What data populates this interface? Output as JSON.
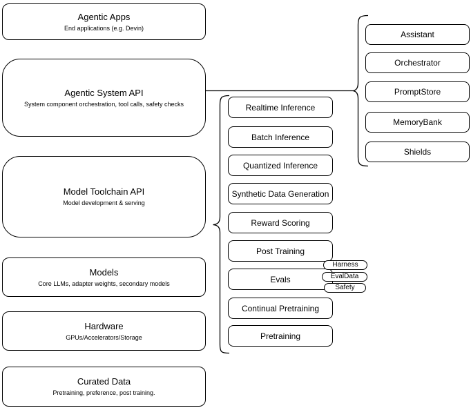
{
  "diagram": {
    "colors": {
      "stroke": "#000000",
      "fill": "#ffffff",
      "text": "#000000",
      "background": "#ffffff"
    },
    "left_stack": [
      {
        "title": "Agentic Apps",
        "subtitle": "End applications (e.g. Devin)"
      },
      {
        "title": "Agentic System API",
        "subtitle": "System component orchestration, tool calls, safety checks"
      },
      {
        "title": "Model Toolchain API",
        "subtitle": "Model development & serving"
      },
      {
        "title": "Models",
        "subtitle": "Core LLMs, adapter weights, secondary models"
      },
      {
        "title": "Hardware",
        "subtitle": "GPUs/Accelerators/Storage"
      },
      {
        "title": "Curated Data",
        "subtitle": "Pretraining, preference, post training."
      }
    ],
    "toolchain_services": [
      {
        "label": "Realtime Inference"
      },
      {
        "label": "Batch Inference"
      },
      {
        "label": "Quantized Inference"
      },
      {
        "label": "Synthetic Data Generation"
      },
      {
        "label": "Reward Scoring"
      },
      {
        "label": "Post Training"
      },
      {
        "label": "Evals"
      },
      {
        "label": "Continual Pretraining"
      },
      {
        "label": "Pretraining"
      }
    ],
    "evals_tags": [
      {
        "label": "Harness"
      },
      {
        "label": "EvalData"
      },
      {
        "label": "Safety"
      }
    ],
    "system_components": [
      {
        "label": "Assistant"
      },
      {
        "label": "Orchestrator"
      },
      {
        "label": "PromptStore"
      },
      {
        "label": "MemoryBank"
      },
      {
        "label": "Shields"
      }
    ]
  }
}
